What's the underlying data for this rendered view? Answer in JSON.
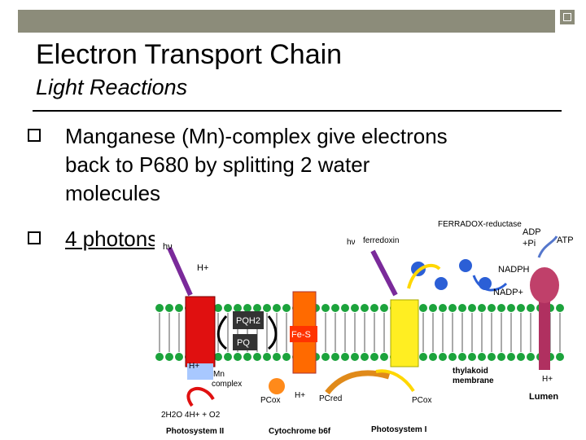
{
  "slide": {
    "title": "Electron Transport Chain",
    "subtitle": "Light Reactions",
    "bullets": [
      {
        "lines": [
          "Manganese (Mn)-complex give electrons",
          "back to P680 by splitting 2 water",
          "molecules"
        ]
      },
      {
        "lines": [
          "4 photons"
        ]
      }
    ]
  },
  "diagram": {
    "labels": {
      "hv1": "hν",
      "hplus_top": "H+",
      "ferredoxin": "ferredoxin",
      "fnr_reductase": "FERRADOX-reductase",
      "adp": "ADP",
      "plus_pi": "+Pi",
      "atp": "ATP",
      "hv2": "hν",
      "nadph": "NADPH",
      "nadp": "NADP+",
      "pqh2": "PQH2",
      "pq": "PQ",
      "fes": "Fe-S",
      "mn_complex_1": "Mn",
      "mn_complex_2": "complex",
      "h_lumen": "H+",
      "thylakoid_1": "thylakoid",
      "thylakoid_2": "membrane",
      "h_right": "H+",
      "lumen": "Lumen",
      "pc_ox": "PCox",
      "h_plus_mid": "H+",
      "pc_red": "PCred",
      "pc_ox2": "PCox",
      "water_eq": "2H2O  4H+ + O2",
      "ps2": "Photosystem II",
      "cytb6f": "Cytochrome b6f",
      "ps1": "Photosystem I"
    },
    "colors": {
      "ps2": "#e01010",
      "cytochrome": "#ff6a00",
      "ps1": "#ffee22",
      "lipid_head": "#1ca33c",
      "atp_synthase": "#c0406a",
      "mn_complex": "#a8c8ff",
      "carrier": "#2b5fd6",
      "arrow_yellow": "#ffd700"
    }
  }
}
